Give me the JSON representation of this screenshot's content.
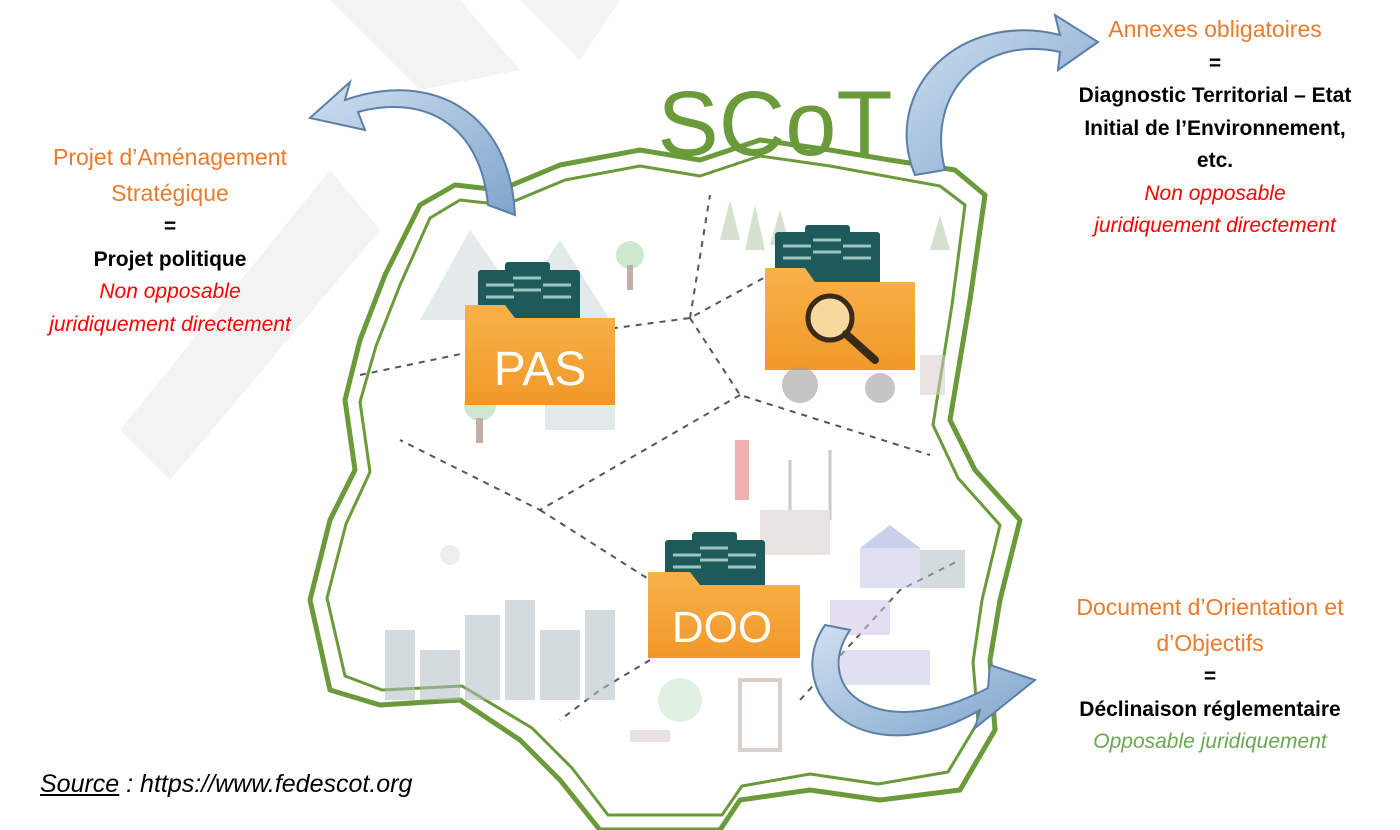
{
  "diagram": {
    "title": "SCoT",
    "folders": {
      "pas": "PAS",
      "doo": "DOO"
    }
  },
  "pas_block": {
    "heading_line1": "Projet d’Aménagement",
    "heading_line2": "Stratégique",
    "equals": "=",
    "description": "Projet politique",
    "status_line1": "Non opposable",
    "status_line2": "juridiquement directement"
  },
  "annex_block": {
    "heading": "Annexes obligatoires",
    "equals": "=",
    "description_line1": "Diagnostic Territorial – Etat",
    "description_line2": "Initial de l’Environnement,",
    "description_line3": "etc.",
    "status_line1": "Non opposable",
    "status_line2": "juridiquement directement"
  },
  "doo_block": {
    "heading_line1": "Document d’Orientation et",
    "heading_line2": "d’Objectifs",
    "equals": "=",
    "description": "Déclinaison réglementaire",
    "status": "Opposable juridiquement"
  },
  "source": {
    "label": "Source",
    "text": " : https://www.fedescot.org"
  },
  "colors": {
    "heading_orange": "#e87b2c",
    "status_red": "#ff0000",
    "status_green": "#6aa84f",
    "outline_green": "#6b9a3a",
    "folder_orange": "#f4a033",
    "document_teal": "#1f5a5a",
    "arrow_blue": "#8fb2d6"
  }
}
